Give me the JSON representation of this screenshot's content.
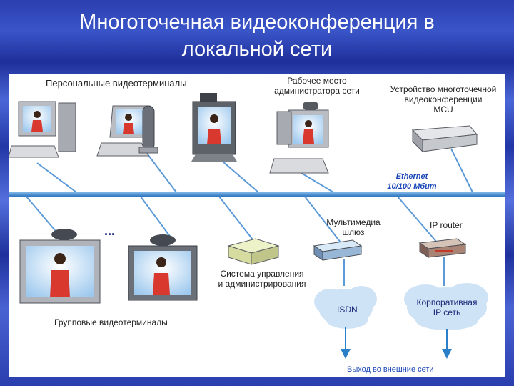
{
  "slide": {
    "title_line1": "Многоточечная видеоконференция в",
    "title_line2": "локальной сети"
  },
  "diagram": {
    "personal_terminals": "Персональные  видеотерминалы",
    "admin_line1": "Рабочее место",
    "admin_line2": "администратора сети",
    "mcu_line1": "Устройство многоточечной",
    "mcu_line2": "видеоконференции",
    "mcu_line3": "MCU",
    "ethernet_line1": "Ethernet",
    "ethernet_line2": "10/100 Мбит",
    "ellipsis": "...",
    "gateway_line1": "Мультимедиа",
    "gateway_line2": "шлюз",
    "router": "IP router",
    "mgmt_line1": "Система управления",
    "mgmt_line2": "и администрирования",
    "isdn": "ISDN",
    "corp_line1": "Корпоративная",
    "corp_line2": "IP сеть",
    "group_terminals": "Групповые видеотерминалы",
    "exit": "Выход во внешние сети"
  },
  "colors": {
    "bus": "#4a8fd0",
    "cloud": "#cfe3f6",
    "arrow": "#2a7fc9",
    "label_blue": "#1a46b8"
  }
}
